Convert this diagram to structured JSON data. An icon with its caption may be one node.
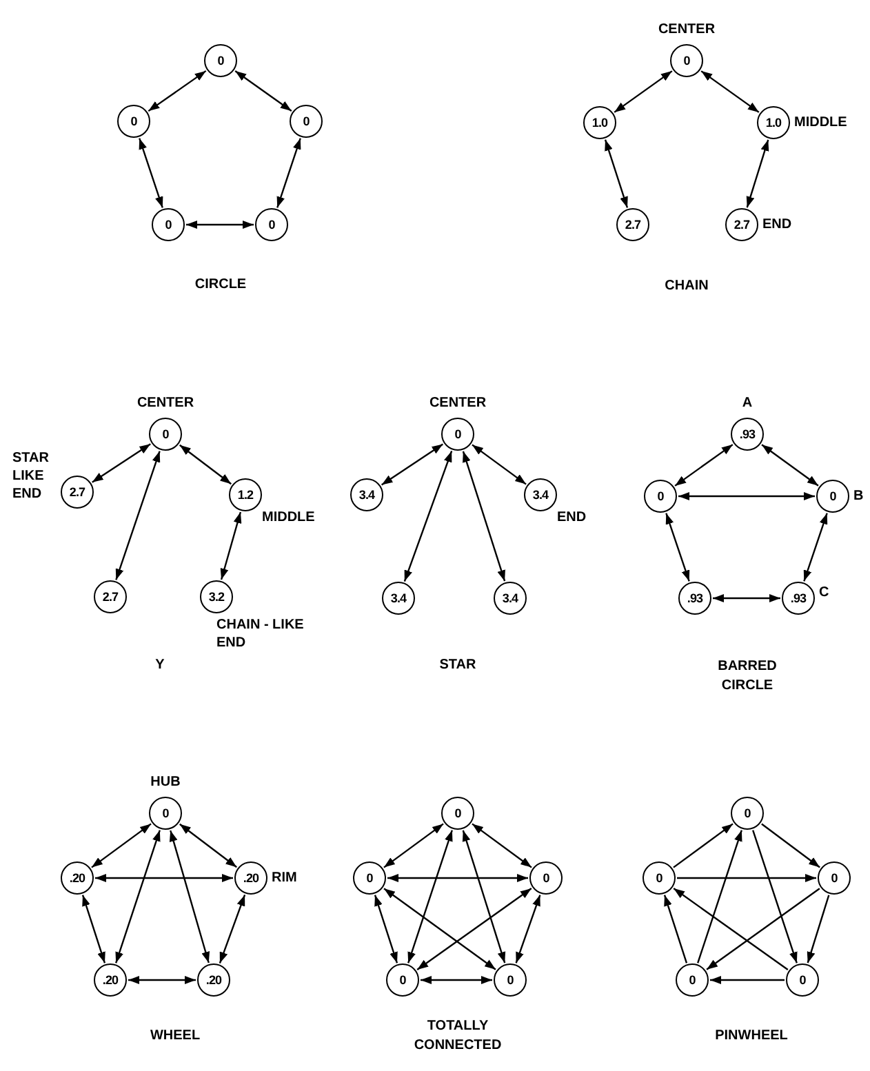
{
  "diagram": {
    "nodes": [
      {
        "text": [
          "0"
        ]
      },
      {
        "text": [
          "0"
        ]
      },
      {
        "text": [
          "0"
        ]
      },
      {
        "text": [
          "0"
        ]
      },
      {
        "text": [
          "0"
        ]
      },
      {
        "text": [
          "0"
        ],
        "beside": [
          "CENTER"
        ]
      },
      {
        "text": [
          "1.0"
        ]
      },
      {
        "text": [
          "1.0"
        ],
        "beside": [
          "MIDDLE"
        ]
      },
      {
        "text": [
          "2.7"
        ]
      },
      {
        "text": [
          "2.7"
        ],
        "beside": [
          "END"
        ]
      },
      {
        "text": [
          "0"
        ],
        "beside": [
          "CENTER"
        ]
      },
      {
        "text": [
          "2.7"
        ],
        "beside": [
          "STAR LIKE END"
        ]
      },
      {
        "text": [
          "1.2"
        ],
        "beside": [
          "MIDDLE"
        ]
      },
      {
        "text": [
          "2.7"
        ]
      },
      {
        "text": [
          "3.2"
        ],
        "beside": [
          "CHAIN - LIKE END"
        ]
      },
      {
        "text": [
          "0"
        ],
        "beside": [
          "CENTER"
        ]
      },
      {
        "text": [
          "3.4"
        ]
      },
      {
        "text": [
          "3.4"
        ],
        "beside": [
          "END"
        ]
      },
      {
        "text": [
          "3.4"
        ]
      },
      {
        "text": [
          "3.4"
        ]
      },
      {
        "text": [
          ".93"
        ],
        "beside": [
          "A"
        ]
      },
      {
        "text": [
          "0"
        ]
      },
      {
        "text": [
          "0"
        ],
        "beside": [
          "B"
        ]
      },
      {
        "text": [
          ".93"
        ]
      },
      {
        "text": [
          ".93"
        ],
        "beside": [
          "C"
        ]
      },
      {
        "text": [
          "0"
        ],
        "beside": [
          "HUB"
        ]
      },
      {
        "text": [
          ".20"
        ]
      },
      {
        "text": [
          ".20"
        ],
        "beside": [
          "RIM"
        ]
      },
      {
        "text": [
          ".20"
        ]
      },
      {
        "text": [
          ".20"
        ]
      },
      {
        "text": [
          "0"
        ]
      },
      {
        "text": [
          "0"
        ]
      },
      {
        "text": [
          "0"
        ]
      },
      {
        "text": [
          "0"
        ]
      },
      {
        "text": [
          "0"
        ]
      },
      {
        "text": [
          "0"
        ]
      },
      {
        "text": [
          "0"
        ]
      },
      {
        "text": [
          "0"
        ]
      },
      {
        "text": [
          "0"
        ]
      },
      {
        "text": [
          "0"
        ]
      }
    ],
    "edges": [
      {
        "from": 0,
        "to": 1,
        "arrow": "both"
      },
      {
        "from": 0,
        "to": 2,
        "arrow": "both"
      },
      {
        "from": 1,
        "to": 3,
        "arrow": "both"
      },
      {
        "from": 2,
        "to": 4,
        "arrow": "both"
      },
      {
        "from": 3,
        "to": 4,
        "arrow": "both"
      },
      {
        "from": 5,
        "to": 6,
        "arrow": "both"
      },
      {
        "from": 5,
        "to": 7,
        "arrow": "both"
      },
      {
        "from": 6,
        "to": 8,
        "arrow": "both"
      },
      {
        "from": 7,
        "to": 9,
        "arrow": "both"
      },
      {
        "from": 10,
        "to": 11,
        "arrow": "both"
      },
      {
        "from": 10,
        "to": 12,
        "arrow": "both"
      },
      {
        "from": 10,
        "to": 13,
        "arrow": "both"
      },
      {
        "from": 12,
        "to": 14,
        "arrow": "both"
      },
      {
        "from": 15,
        "to": 16,
        "arrow": "both"
      },
      {
        "from": 15,
        "to": 17,
        "arrow": "both"
      },
      {
        "from": 15,
        "to": 18,
        "arrow": "both"
      },
      {
        "from": 15,
        "to": 19,
        "arrow": "both"
      },
      {
        "from": 20,
        "to": 21,
        "arrow": "both"
      },
      {
        "from": 20,
        "to": 22,
        "arrow": "both"
      },
      {
        "from": 21,
        "to": 22,
        "arrow": "both"
      },
      {
        "from": 21,
        "to": 23,
        "arrow": "both"
      },
      {
        "from": 22,
        "to": 24,
        "arrow": "both"
      },
      {
        "from": 23,
        "to": 24,
        "arrow": "both"
      },
      {
        "from": 25,
        "to": 26,
        "arrow": "both"
      },
      {
        "from": 25,
        "to": 27,
        "arrow": "both"
      },
      {
        "from": 26,
        "to": 27,
        "arrow": "both"
      },
      {
        "from": 25,
        "to": 28,
        "arrow": "both"
      },
      {
        "from": 25,
        "to": 29,
        "arrow": "both"
      },
      {
        "from": 26,
        "to": 28,
        "arrow": "both"
      },
      {
        "from": 27,
        "to": 29,
        "arrow": "both"
      },
      {
        "from": 28,
        "to": 29,
        "arrow": "both"
      },
      {
        "from": 30,
        "to": 31,
        "arrow": "both"
      },
      {
        "from": 30,
        "to": 32,
        "arrow": "both"
      },
      {
        "from": 30,
        "to": 33,
        "arrow": "both"
      },
      {
        "from": 30,
        "to": 34,
        "arrow": "both"
      },
      {
        "from": 31,
        "to": 32,
        "arrow": "both"
      },
      {
        "from": 31,
        "to": 33,
        "arrow": "both"
      },
      {
        "from": 31,
        "to": 34,
        "arrow": "both"
      },
      {
        "from": 32,
        "to": 33,
        "arrow": "both"
      },
      {
        "from": 32,
        "to": 34,
        "arrow": "both"
      },
      {
        "from": 33,
        "to": 34,
        "arrow": "both"
      },
      {
        "from": 36,
        "to": 35,
        "arrow": "to"
      },
      {
        "from": 35,
        "to": 37,
        "arrow": "to"
      },
      {
        "from": 37,
        "to": 39,
        "arrow": "to"
      },
      {
        "from": 39,
        "to": 38,
        "arrow": "to"
      },
      {
        "from": 38,
        "to": 36,
        "arrow": "to"
      },
      {
        "from": 36,
        "to": 37,
        "arrow": "to"
      },
      {
        "from": 35,
        "to": 39,
        "arrow": "to"
      },
      {
        "from": 37,
        "to": 38,
        "arrow": "to"
      },
      {
        "from": 39,
        "to": 36,
        "arrow": "to"
      },
      {
        "from": 38,
        "to": 35,
        "arrow": "to"
      }
    ],
    "labels": [
      "CIRCLE",
      "CHAIN",
      "Y",
      "STAR",
      "BARRED CIRCLE",
      "WHEEL",
      "TOTALLY CONNECTED",
      "PINWHEEL"
    ]
  }
}
